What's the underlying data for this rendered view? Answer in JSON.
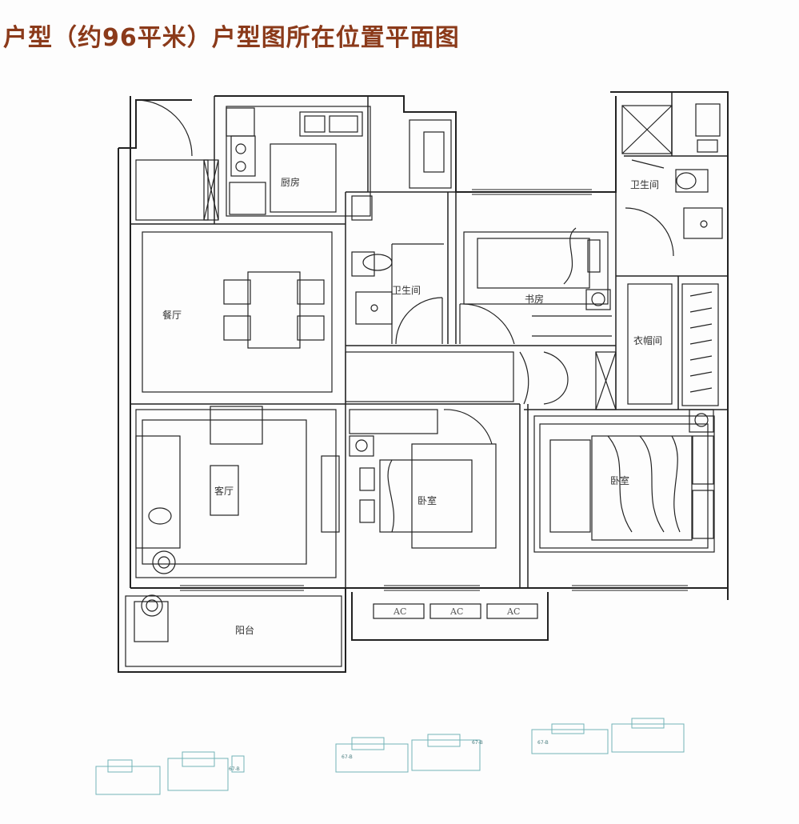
{
  "title": "户型（约96平米）户型图所在位置平面图",
  "colors": {
    "title": "#8b3a1a",
    "wall": "#222222",
    "keyplan": "#5aa7ad"
  },
  "rooms": {
    "kitchen": "厨房",
    "dining": "餐厅",
    "bathroom_main": "卫生间",
    "study": "书房",
    "bathroom_master": "卫生间",
    "cloakroom": "衣帽间",
    "living": "客厅",
    "bedroom_second": "卧室",
    "bedroom_master": "卧室",
    "balcony": "阳台"
  },
  "ac_units": [
    "AC",
    "AC",
    "AC"
  ],
  "keyplan": {
    "labels": [
      "67-B",
      "67-B",
      "67-B",
      "67-B"
    ]
  }
}
